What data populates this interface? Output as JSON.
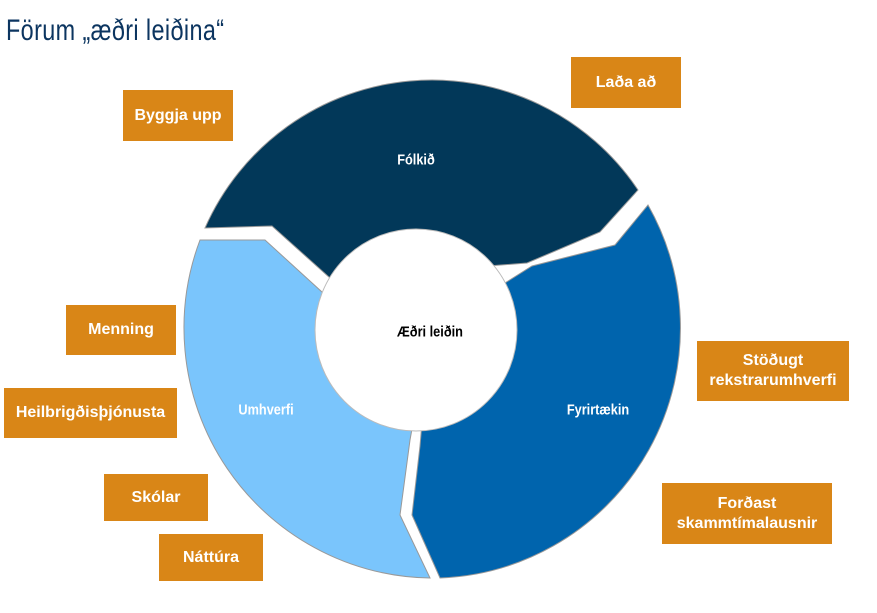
{
  "title": "Förum „æðri leiðina“",
  "center_label": "Æðri leiðin",
  "segments": [
    {
      "label": "Fólkið",
      "color": "#023859"
    },
    {
      "label": "Fyrirtækin",
      "color": "#0064ad"
    },
    {
      "label": "Umhverfi",
      "color": "#7ac5fc"
    }
  ],
  "boxes": {
    "lada_ad": "Laða að",
    "byggja_upp": "Byggja upp",
    "menning": "Menning",
    "heilbrigdis": "Heilbrigðisþjónusta",
    "skolar": "Skólar",
    "nattura": "Náttúra",
    "stodugt": "Stöðugt rekstrarumhverfi",
    "fordast": "Forðast skammtímalausnir"
  },
  "box_color": "#d98617"
}
